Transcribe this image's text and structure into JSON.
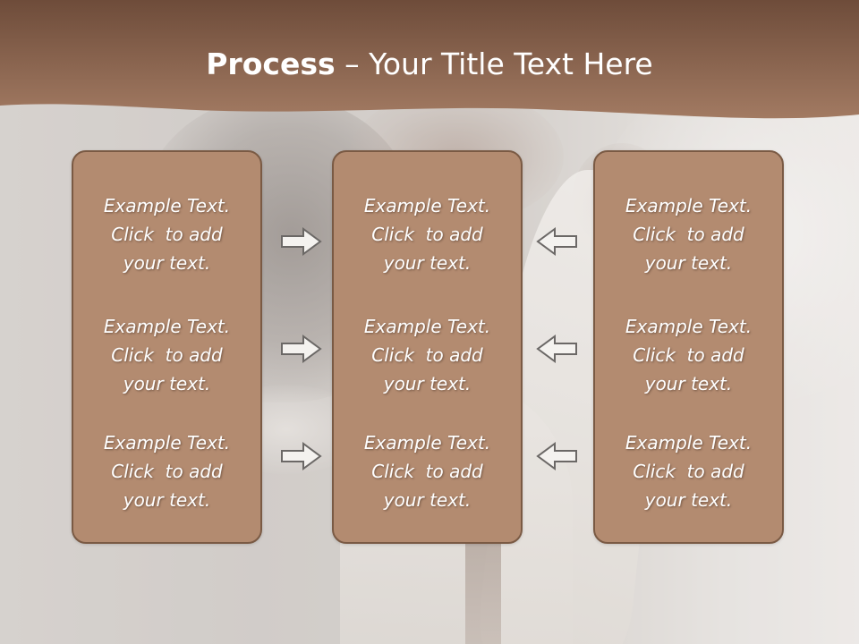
{
  "title": {
    "bold": "Process",
    "rest": " – Your Title Text Here"
  },
  "colors": {
    "band": "#8d6450",
    "box_fill": "#b38b70",
    "box_border": "#7a5a44",
    "arrow_fill": "#f4f2ef",
    "arrow_stroke": "#6b6866"
  },
  "columns": [
    {
      "items": [
        {
          "l1": "Example Text.",
          "l2": "Click  to add",
          "l3": "your text."
        },
        {
          "l1": "Example Text.",
          "l2": "Click  to add",
          "l3": "your text."
        },
        {
          "l1": "Example Text.",
          "l2": "Click  to add",
          "l3": "your text."
        }
      ]
    },
    {
      "items": [
        {
          "l1": "Example Text.",
          "l2": "Click  to add",
          "l3": "your text."
        },
        {
          "l1": "Example Text.",
          "l2": "Click  to add",
          "l3": "your text."
        },
        {
          "l1": "Example Text.",
          "l2": "Click  to add",
          "l3": "your text."
        }
      ]
    },
    {
      "items": [
        {
          "l1": "Example Text.",
          "l2": "Click  to add",
          "l3": "your text."
        },
        {
          "l1": "Example Text.",
          "l2": "Click  to add",
          "l3": "your text."
        },
        {
          "l1": "Example Text.",
          "l2": "Click  to add",
          "l3": "your text."
        }
      ]
    }
  ],
  "arrows": {
    "left_group": "arrow-right-icon",
    "right_group": "arrow-left-icon"
  }
}
